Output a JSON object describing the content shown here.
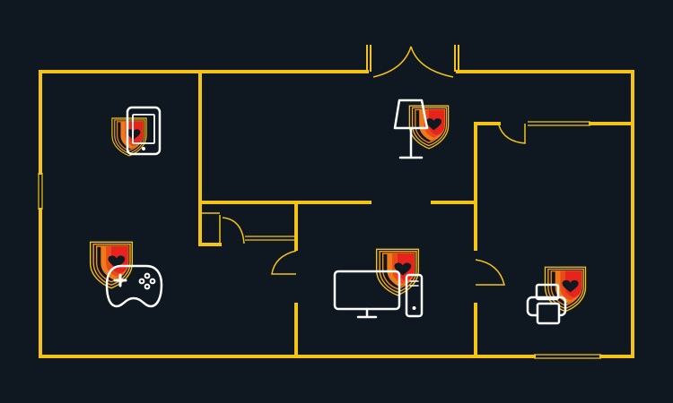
{
  "colors": {
    "background": "#0f1720",
    "wall": "#f3c316",
    "device_line": "#ffffff",
    "shield_outer": "#f3c316",
    "shield_mid": "#f07a1a",
    "shield_inner": "#e6231c",
    "heart": "#101820"
  },
  "rooms": [
    {
      "room": "left-room",
      "device": "tablet-icon"
    },
    {
      "room": "left-room",
      "device": "gamepad-icon"
    },
    {
      "room": "top-center-room",
      "device": "lamp-icon"
    },
    {
      "room": "bottom-center-room",
      "device": "desktop-computer-icon"
    },
    {
      "room": "right-room",
      "device": "printer-icon"
    }
  ]
}
